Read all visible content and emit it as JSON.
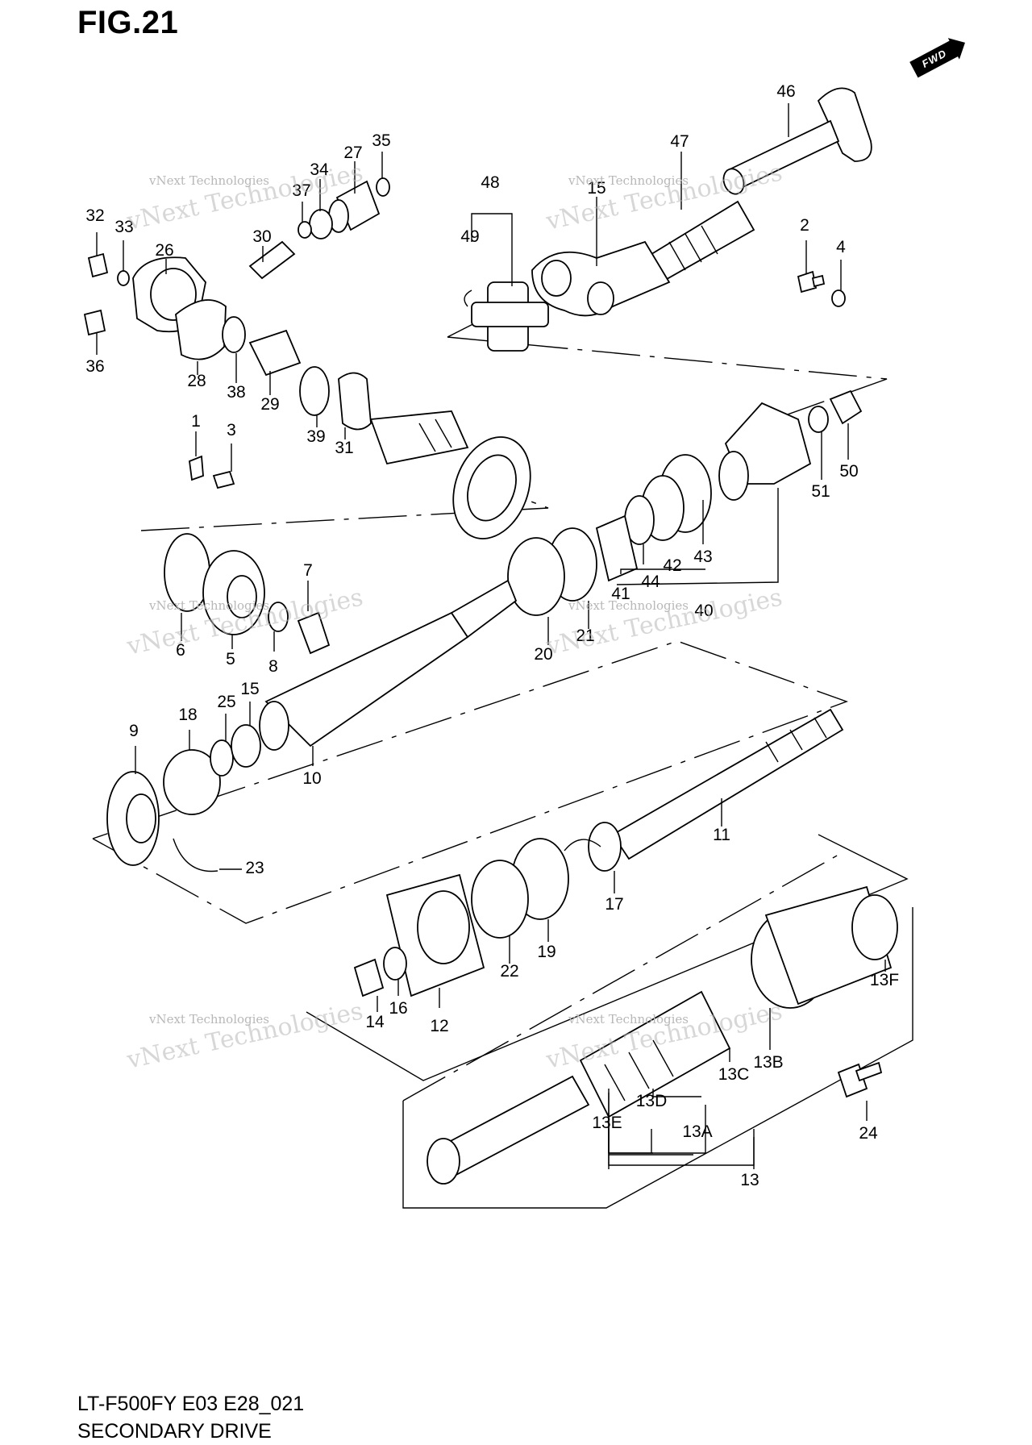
{
  "figure": {
    "title": "FIG.21",
    "forward_badge": "FWD",
    "model": "LT-F500FY E03 E28_021",
    "section": "SECONDARY DRIVE"
  },
  "watermark": {
    "line1": "vNext Technologies",
    "line2": "vNext Technologies"
  },
  "callouts": [
    {
      "id": "46",
      "label": "46"
    },
    {
      "id": "47",
      "label": "47"
    },
    {
      "id": "15a",
      "label": "15"
    },
    {
      "id": "48",
      "label": "48"
    },
    {
      "id": "49",
      "label": "49"
    },
    {
      "id": "2",
      "label": "2"
    },
    {
      "id": "4",
      "label": "4"
    },
    {
      "id": "35",
      "label": "35"
    },
    {
      "id": "27",
      "label": "27"
    },
    {
      "id": "34",
      "label": "34"
    },
    {
      "id": "37",
      "label": "37"
    },
    {
      "id": "30",
      "label": "30"
    },
    {
      "id": "32",
      "label": "32"
    },
    {
      "id": "33",
      "label": "33"
    },
    {
      "id": "26",
      "label": "26"
    },
    {
      "id": "36",
      "label": "36"
    },
    {
      "id": "28",
      "label": "28"
    },
    {
      "id": "38",
      "label": "38"
    },
    {
      "id": "29",
      "label": "29"
    },
    {
      "id": "39",
      "label": "39"
    },
    {
      "id": "31",
      "label": "31"
    },
    {
      "id": "1",
      "label": "1"
    },
    {
      "id": "3",
      "label": "3"
    },
    {
      "id": "50",
      "label": "50"
    },
    {
      "id": "51",
      "label": "51"
    },
    {
      "id": "43",
      "label": "43"
    },
    {
      "id": "42",
      "label": "42"
    },
    {
      "id": "44",
      "label": "44"
    },
    {
      "id": "41",
      "label": "41"
    },
    {
      "id": "40",
      "label": "40"
    },
    {
      "id": "21",
      "label": "21"
    },
    {
      "id": "20",
      "label": "20"
    },
    {
      "id": "7",
      "label": "7"
    },
    {
      "id": "6",
      "label": "6"
    },
    {
      "id": "5",
      "label": "5"
    },
    {
      "id": "8",
      "label": "8"
    },
    {
      "id": "9",
      "label": "9"
    },
    {
      "id": "18",
      "label": "18"
    },
    {
      "id": "25",
      "label": "25"
    },
    {
      "id": "15b",
      "label": "15"
    },
    {
      "id": "10",
      "label": "10"
    },
    {
      "id": "11",
      "label": "11"
    },
    {
      "id": "23",
      "label": "23"
    },
    {
      "id": "17",
      "label": "17"
    },
    {
      "id": "19",
      "label": "19"
    },
    {
      "id": "22",
      "label": "22"
    },
    {
      "id": "14",
      "label": "14"
    },
    {
      "id": "16",
      "label": "16"
    },
    {
      "id": "12",
      "label": "12"
    },
    {
      "id": "13F",
      "label": "13F"
    },
    {
      "id": "13B",
      "label": "13B"
    },
    {
      "id": "13C",
      "label": "13C"
    },
    {
      "id": "13D",
      "label": "13D"
    },
    {
      "id": "13E",
      "label": "13E"
    },
    {
      "id": "13A",
      "label": "13A"
    },
    {
      "id": "13",
      "label": "13"
    },
    {
      "id": "24",
      "label": "24"
    }
  ]
}
